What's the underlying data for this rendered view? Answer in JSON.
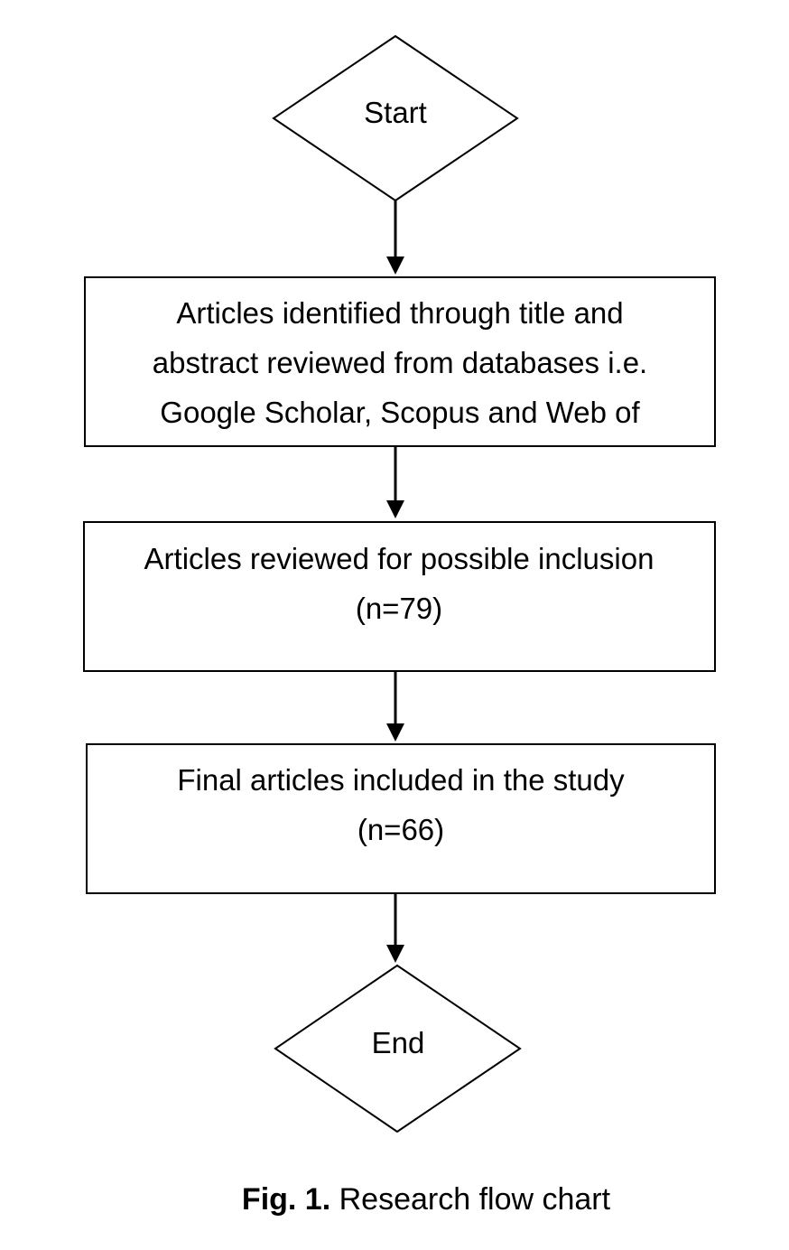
{
  "nodes": {
    "start": {
      "label": "Start"
    },
    "identified": {
      "lines": [
        "Articles identified through title and",
        "abstract reviewed from databases i.e.",
        "Google Scholar, Scopus and Web of"
      ]
    },
    "reviewed": {
      "lines": [
        "Articles reviewed for possible inclusion",
        "(n=79)"
      ]
    },
    "final": {
      "lines": [
        "Final articles included in the study",
        "(n=66)"
      ]
    },
    "end": {
      "label": "End"
    }
  },
  "caption": {
    "label": "Fig. 1.",
    "text": "Research flow chart"
  },
  "colors": {
    "stroke": "#000000",
    "background": "#ffffff"
  }
}
